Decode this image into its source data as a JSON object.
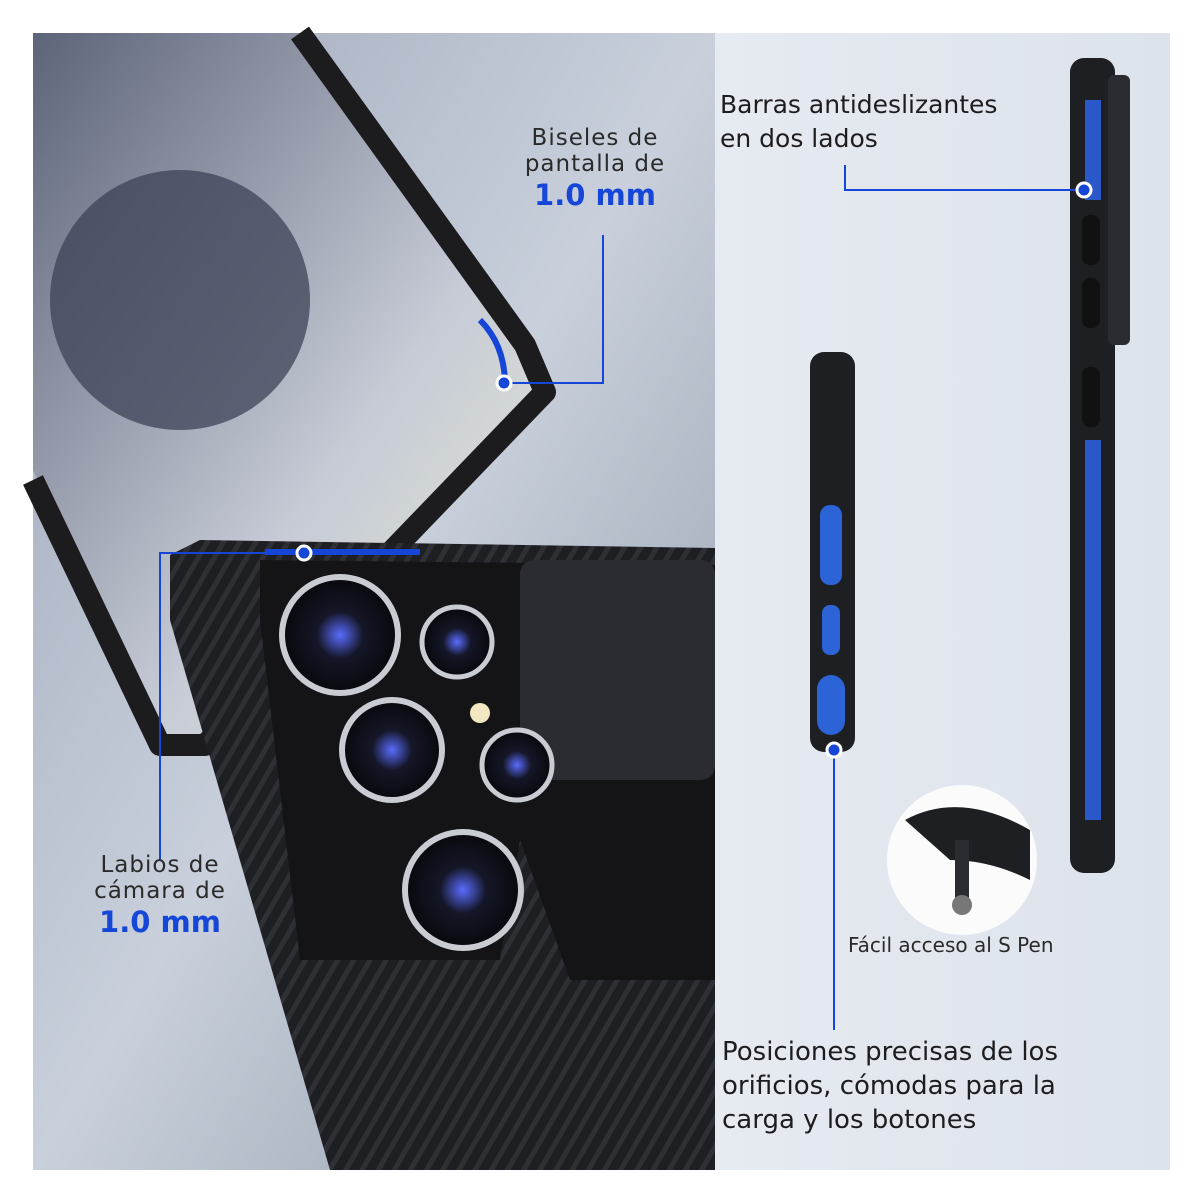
{
  "colors": {
    "accent": "#1646d8",
    "case": "#1c1c1f",
    "background": "#e3e8ef"
  },
  "callouts": {
    "bezel": {
      "line1": "Biseles de",
      "line2": "pantalla de",
      "value": "1.0 mm"
    },
    "camera": {
      "line1": "Labios de",
      "line2": "cámara de",
      "value": "1.0 mm"
    },
    "grip": {
      "line1": "Barras antideslizantes",
      "line2": "en dos lados"
    },
    "spen": {
      "label": "Fácil acceso al S Pen"
    },
    "cutouts": {
      "line1": "Posiciones precisas de los",
      "line2": "orificios, cómodas para la",
      "line3": "carga y los botones"
    }
  }
}
